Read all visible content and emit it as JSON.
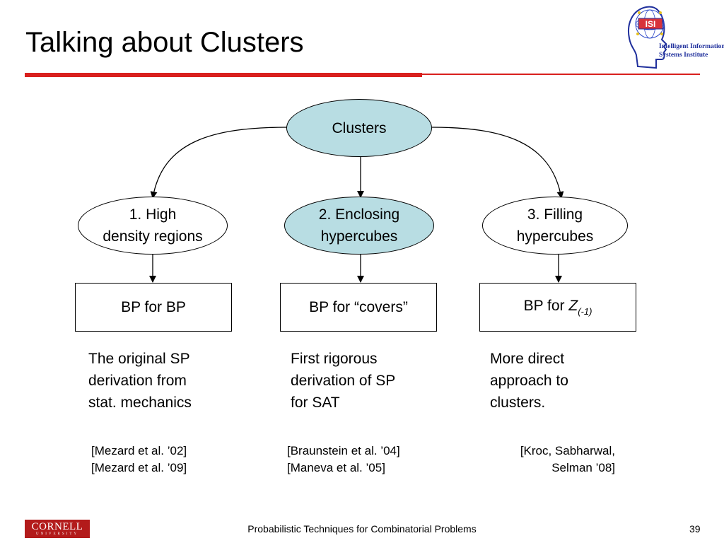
{
  "slide": {
    "title": "Talking about Clusters",
    "logo_line1": "Intelligent Information",
    "logo_line2": "Systems Institute",
    "logo_mark": "ISI"
  },
  "diagram": {
    "root": "Clusters",
    "branches": [
      {
        "ellipse_line1": "1. High",
        "ellipse_line2": "density regions",
        "box": "BP for BP",
        "desc": [
          "The original SP",
          "derivation from",
          "stat. mechanics"
        ],
        "refs": [
          "[Mezard et al. ’02]",
          "[Mezard et al. ’09]"
        ]
      },
      {
        "ellipse_line1": "2. Enclosing",
        "ellipse_line2": "hypercubes",
        "box": "BP for “covers”",
        "desc": [
          "First rigorous",
          "derivation of SP",
          "for SAT"
        ],
        "refs": [
          "[Braunstein et al. ’04]",
          "[Maneva et al. ’05]"
        ]
      },
      {
        "ellipse_line1": "3. Filling",
        "ellipse_line2": "hypercubes",
        "box_prefix": "BP for ",
        "box_var": "Z",
        "box_sub": "(-1)",
        "desc": [
          "More direct",
          "approach to",
          "clusters."
        ],
        "refs": [
          "[Kroc, Sabharwal,",
          "Selman ’08]"
        ]
      }
    ]
  },
  "footer": {
    "text": "Probabilistic Techniques for Combinatorial Problems",
    "page": "39",
    "university": "CORNELL",
    "university_sub": "UNIVERSITY"
  },
  "colors": {
    "accent_red": "#d9201e",
    "ellipse_teal": "#b8dde3",
    "logo_blue": "#1f2f9c",
    "cornell_red": "#b31b1b"
  }
}
